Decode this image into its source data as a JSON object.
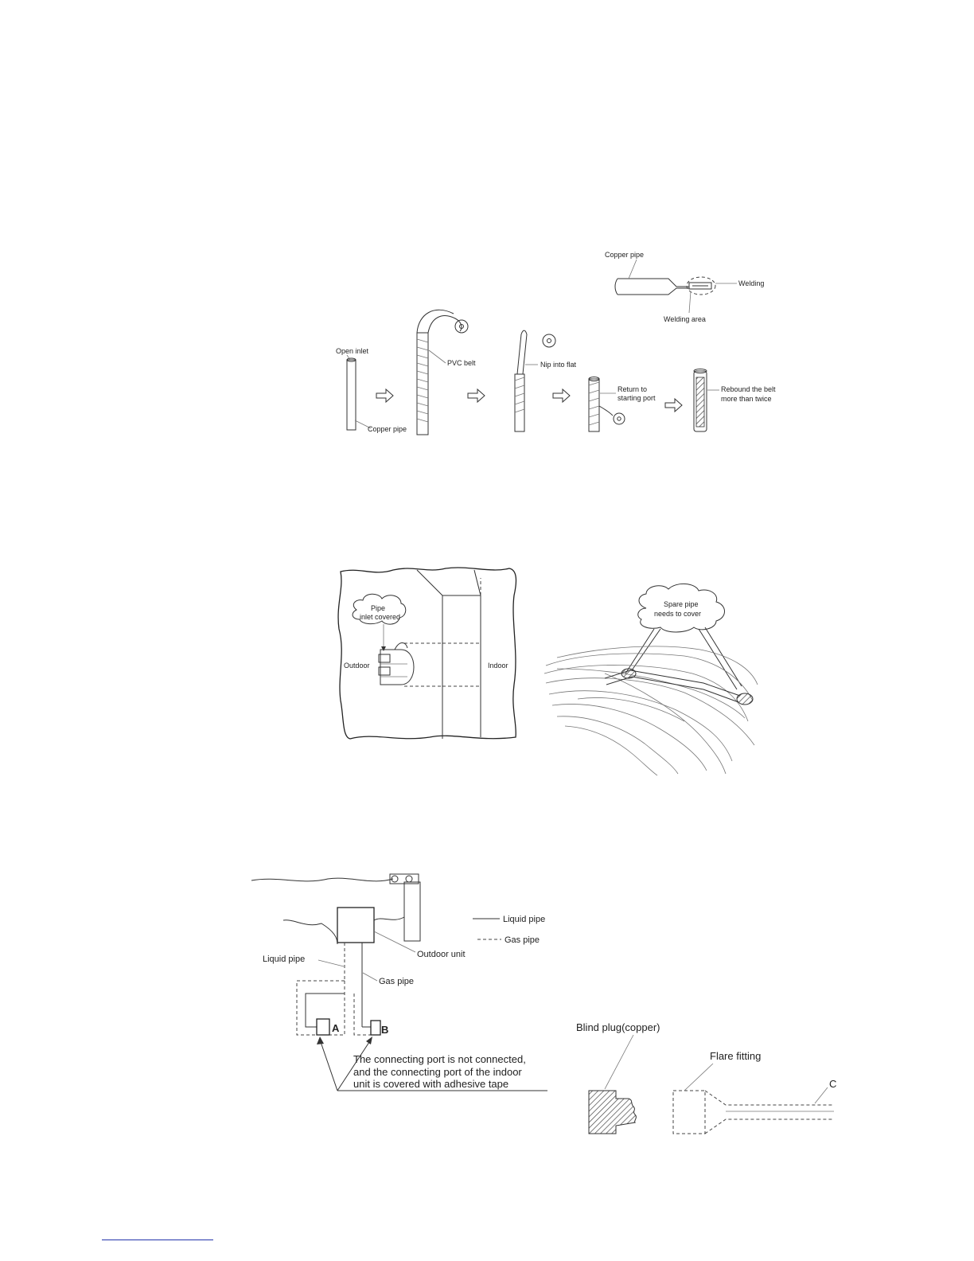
{
  "figures": {
    "welding": {
      "copper_pipe": "Copper pipe",
      "welding": "Welding",
      "welding_area": "Welding area"
    },
    "wrapping": {
      "open_inlet": "Open inlet",
      "copper_pipe": "Copper pipe",
      "pvc_belt": "PVC belt",
      "nip_into_flat": "Nip into flat",
      "return_line1": "Return to",
      "return_line2": "starting port",
      "rebound_line1": "Rebound the belt",
      "rebound_line2": "more than twice"
    },
    "wall": {
      "pipe_line1": "Pipe",
      "pipe_line2": "inlet covered",
      "outdoor": "Outdoor",
      "indoor": "Indoor",
      "spare_line1": "Spare pipe",
      "spare_line2": "needs to cover"
    },
    "connection": {
      "legend_liquid": "Liquid pipe",
      "legend_gas": "Gas pipe",
      "outdoor_unit": "Outdoor unit",
      "liquid_pipe": "Liquid pipe",
      "gas_pipe": "Gas pipe",
      "unit_a": "A",
      "unit_b": "B",
      "note_line1": "The connecting port is not connected,",
      "note_line2": "and the connecting port of the indoor",
      "note_line3": "unit is covered with adhesive tape"
    },
    "plug": {
      "blind_plug": "Blind plug(copper)",
      "flare_fitting": "Flare fitting",
      "cut_label": "C"
    }
  }
}
